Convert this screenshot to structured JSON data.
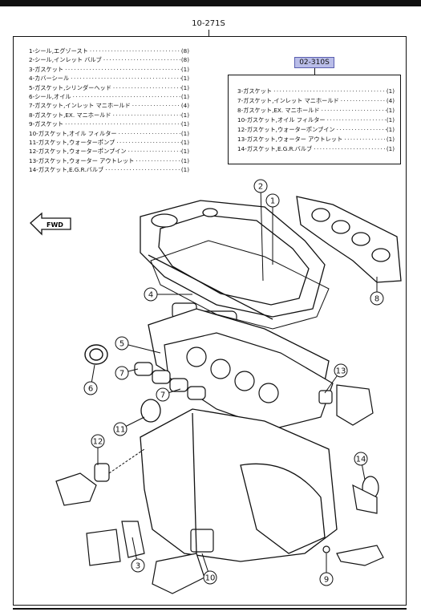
{
  "kit_number": "10-271S",
  "sub_kit_number": "02-310S",
  "fwd_label": "FWD",
  "main_list": [
    {
      "name": "1-シール,エグゾースト",
      "qty": "(8)"
    },
    {
      "name": "2-シール,インレット バルブ",
      "qty": "(8)"
    },
    {
      "name": "3-ガスケット",
      "qty": "(1)"
    },
    {
      "name": "4-カバーシール",
      "qty": "(1)"
    },
    {
      "name": "5-ガスケット,シリンダーヘッド",
      "qty": "(1)"
    },
    {
      "name": "6-シール,オイル",
      "qty": "(1)"
    },
    {
      "name": "7-ガスケット,インレット マニホールド",
      "qty": "(4)"
    },
    {
      "name": "8-ガスケット,EX. マニホールド",
      "qty": "(1)"
    },
    {
      "name": "9-ガスケット",
      "qty": "(1)"
    },
    {
      "name": "10-ガスケット,オイル フィルター",
      "qty": "(1)"
    },
    {
      "name": "11-ガスケット,ウォーターポンプ",
      "qty": "(1)"
    },
    {
      "name": "12-ガスケット,ウォーターポンプイン",
      "qty": "(1)"
    },
    {
      "name": "13-ガスケット,ウォーター アウトレット",
      "qty": "(1)"
    },
    {
      "name": "14-ガスケット,E.G.R.バルブ",
      "qty": "(1)"
    }
  ],
  "sub_list": [
    {
      "name": "3-ガスケット",
      "qty": "(1)"
    },
    {
      "name": "7-ガスケット,インレット マニホールド",
      "qty": "(4)"
    },
    {
      "name": "8-ガスケット,EX. マニホールド",
      "qty": "(1)"
    },
    {
      "name": "10-ガスケット,オイル フィルター",
      "qty": "(1)"
    },
    {
      "name": "12-ガスケット,ウォーターポンプイン",
      "qty": "(1)"
    },
    {
      "name": "13-ガスケット,ウォーター アウトレット",
      "qty": "(1)"
    },
    {
      "name": "14-ガスケット,E.G.R.バルブ",
      "qty": "(1)"
    }
  ],
  "callouts": [
    "1",
    "2",
    "3",
    "4",
    "5",
    "6",
    "7",
    "7",
    "8",
    "9",
    "10",
    "11",
    "12",
    "13",
    "14"
  ]
}
